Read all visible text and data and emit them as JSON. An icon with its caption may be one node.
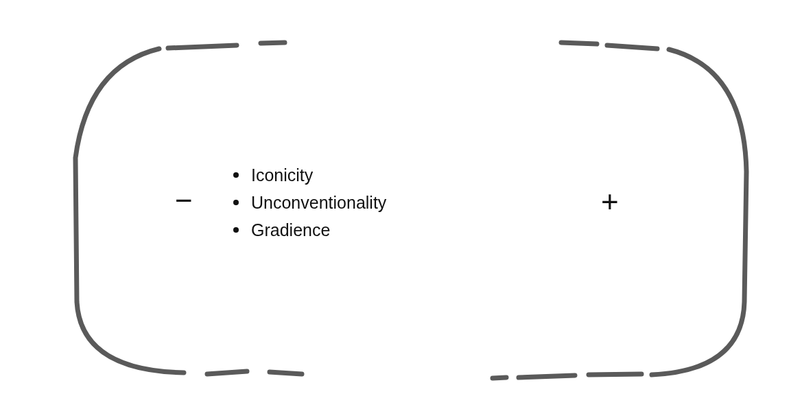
{
  "diagram": {
    "nodes": [
      {
        "text": [
          "−",
          "Iconicity",
          "Unconventionality",
          "Gradience",
          "+"
        ]
      }
    ]
  }
}
